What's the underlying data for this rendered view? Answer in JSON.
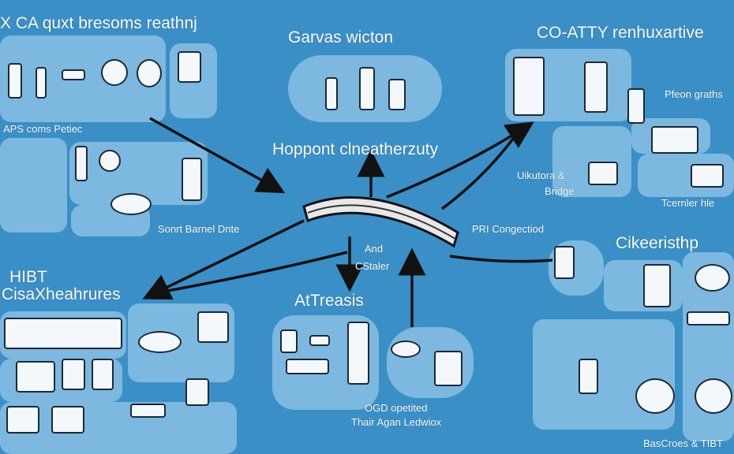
{
  "colors": {
    "background": "#3a8fc7",
    "cluster": "#80bae0",
    "arrow": "#111111",
    "text": "#ffffff"
  },
  "labels": {
    "top_left_title": "X CA quxt bresoms reathnj",
    "top_center_title": "Garvas wicton",
    "top_right_title": "CO-ATTY renhuxartive",
    "left_upper_caption": "APS coms Petiec",
    "center_caption": "Hoppont clneatherzuty",
    "right_upper_caption": "Pfeon graths",
    "right_mid_caption_1": "Uikutora &",
    "right_mid_caption_2": "Bridge",
    "left_mid_caption": "Sonrt Barnel Dnte",
    "right_lower_caption": "Tcernler hle",
    "bridge_caption": "PRI Congectiod",
    "center_small_1": "And",
    "center_small_2": "CStaler",
    "left_lower_title_1": "HIBT",
    "left_lower_title_2": "CisaXheahrures",
    "right_lower_title": "Cikeeristhp",
    "bottom_center_title": "AtTreasis",
    "bottom_caption_1": "OGD opetited",
    "bottom_caption_2": "Thair Agan Ledwiox",
    "bottom_right_caption": "BasCroes & TIBT"
  }
}
